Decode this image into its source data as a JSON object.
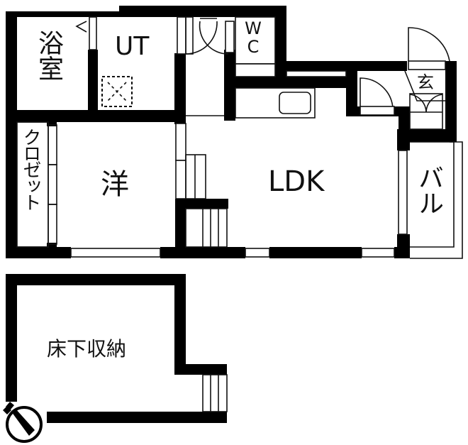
{
  "floor_plan": {
    "rooms": {
      "bathroom": "浴室",
      "utility": "UT",
      "toilet": "WC",
      "entrance": "玄",
      "closet": "クロゼット",
      "western_room": "洋",
      "ldk": "LDK",
      "balcony": "バル",
      "underfloor_storage": "床下収納"
    },
    "symbols": {
      "washer_space": "washer-pan-icon",
      "compass": "north-arrow-icon"
    },
    "colors": {
      "wall": "#000000",
      "background": "#ffffff",
      "line": "#111111"
    }
  }
}
